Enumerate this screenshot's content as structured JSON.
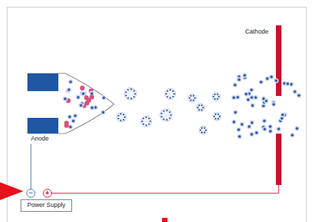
{
  "diagram": {
    "nodes": [
      {
        "text": [
          "Power Supply"
        ]
      }
    ],
    "labels": [
      "Cathode",
      "Anode",
      "−",
      "+"
    ]
  }
}
